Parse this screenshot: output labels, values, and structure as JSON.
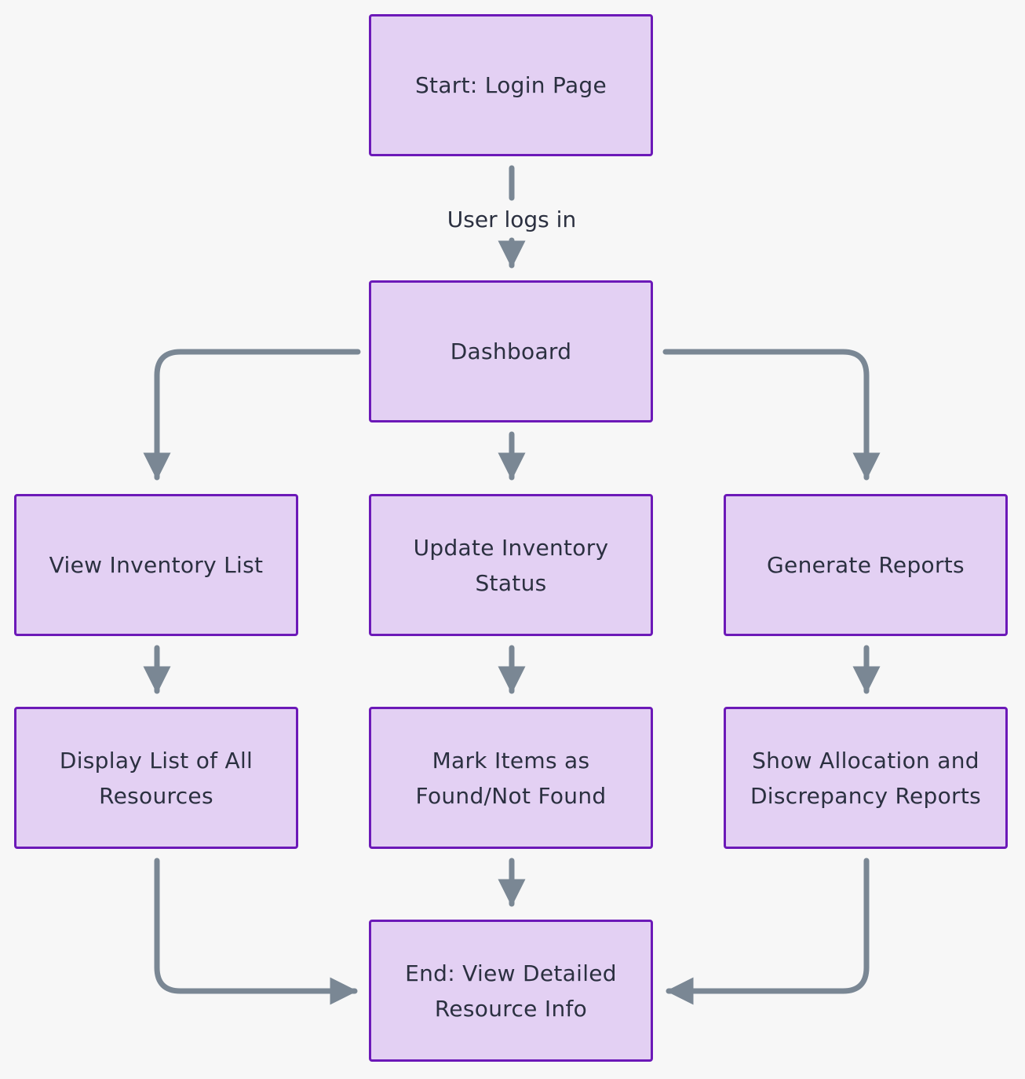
{
  "diagram": {
    "nodes": {
      "start": "Start: Login Page",
      "dashboard": "Dashboard",
      "view_inventory": "View Inventory List",
      "update_inventory": "Update Inventory\nStatus",
      "generate_reports": "Generate Reports",
      "display_list": "Display List of All\nResources",
      "mark_items": "Mark Items as\nFound/Not Found",
      "show_reports": "Show Allocation and\nDiscrepancy Reports",
      "end": "End: View Detailed\nResource Info"
    },
    "edge_labels": {
      "login": "User logs in"
    },
    "colors": {
      "node_fill": "#e3d0f3",
      "node_border": "#6c19b8",
      "edge": "#7a8794",
      "text": "#2b3040",
      "background": "#f7f7f7"
    }
  }
}
